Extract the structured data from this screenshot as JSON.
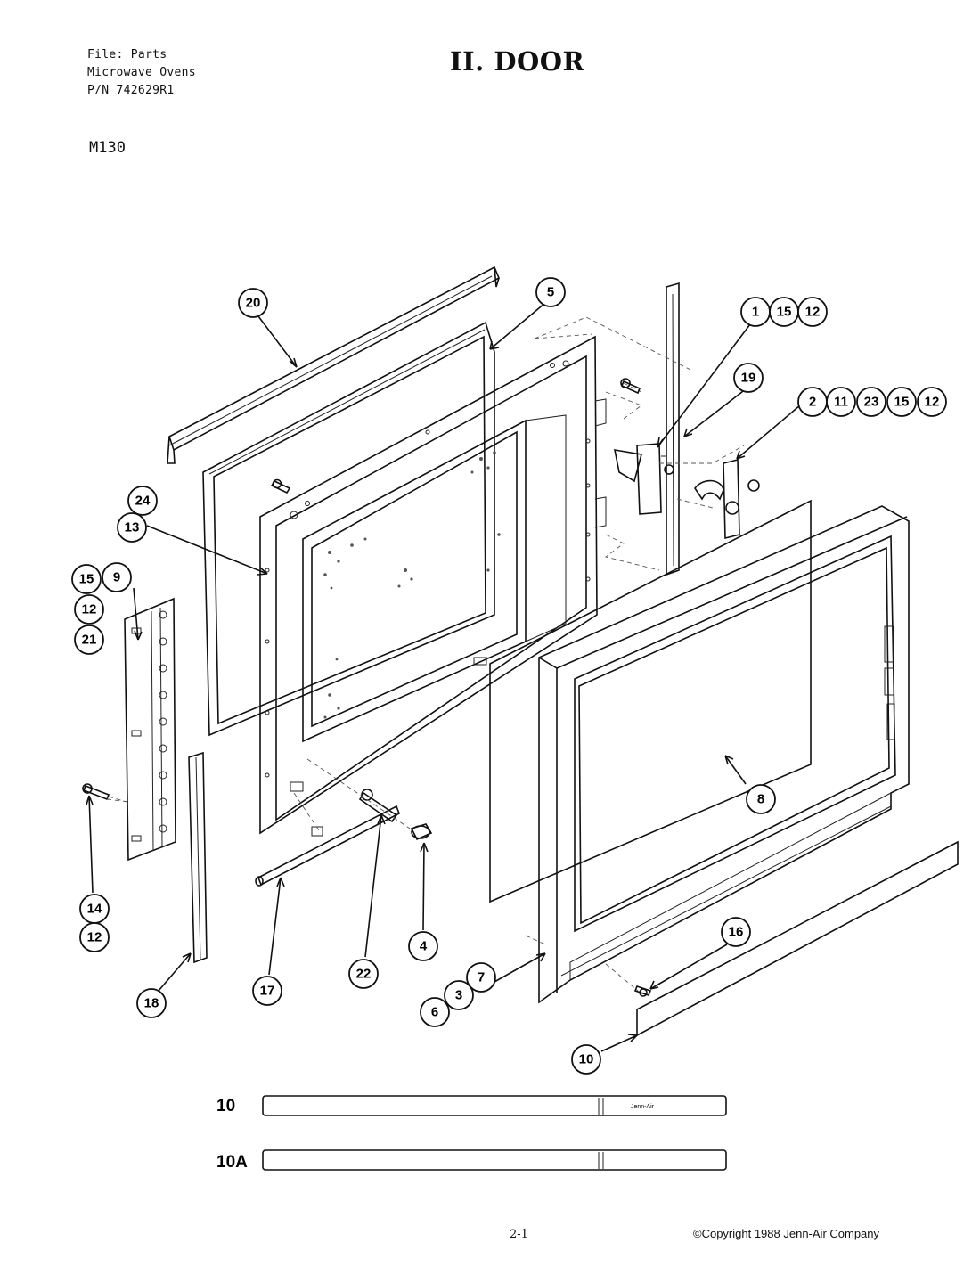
{
  "header": {
    "file_line": "File: Parts",
    "category_line": "Microwave Ovens",
    "part_number_line": "P/N 742629R1",
    "model": "M130"
  },
  "title": "II. DOOR",
  "footer": {
    "page_number": "2-1",
    "copyright": "©Copyright 1988 Jenn-Air Company"
  },
  "callouts": [
    {
      "id": "c20",
      "label": "20"
    },
    {
      "id": "c5",
      "label": "5"
    },
    {
      "id": "c1",
      "label": "1"
    },
    {
      "id": "c15a",
      "label": "15"
    },
    {
      "id": "c12a",
      "label": "12"
    },
    {
      "id": "c19",
      "label": "19"
    },
    {
      "id": "c2",
      "label": "2"
    },
    {
      "id": "c11",
      "label": "11"
    },
    {
      "id": "c23",
      "label": "23"
    },
    {
      "id": "c15b",
      "label": "15"
    },
    {
      "id": "c12b",
      "label": "12"
    },
    {
      "id": "c24",
      "label": "24"
    },
    {
      "id": "c13",
      "label": "13"
    },
    {
      "id": "c15c",
      "label": "15"
    },
    {
      "id": "c9",
      "label": "9"
    },
    {
      "id": "c12c",
      "label": "12"
    },
    {
      "id": "c21",
      "label": "21"
    },
    {
      "id": "c14",
      "label": "14"
    },
    {
      "id": "c12d",
      "label": "12"
    },
    {
      "id": "c18",
      "label": "18"
    },
    {
      "id": "c17",
      "label": "17"
    },
    {
      "id": "c22",
      "label": "22"
    },
    {
      "id": "c4",
      "label": "4"
    },
    {
      "id": "c8",
      "label": "8"
    },
    {
      "id": "c16",
      "label": "16"
    },
    {
      "id": "c7",
      "label": "7"
    },
    {
      "id": "c3",
      "label": "3"
    },
    {
      "id": "c6",
      "label": "6"
    },
    {
      "id": "c10",
      "label": "10"
    }
  ],
  "strips": [
    {
      "label": "10",
      "logo": "Jenn-Air"
    },
    {
      "label": "10A",
      "logo": ""
    }
  ]
}
